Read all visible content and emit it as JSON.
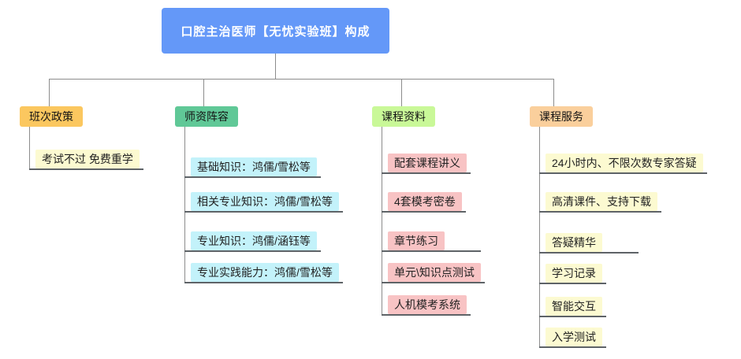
{
  "root": {
    "label": "口腔主治医师【无忧实验班】构成",
    "bg": "#6498F8",
    "text_color": "#FFFFFF"
  },
  "colors": {
    "connector": "#8C8C8C",
    "underline": "#5E6367",
    "background": "#FFFFFF"
  },
  "branches": [
    {
      "label": "班次政策",
      "header_bg": "#FBC75F",
      "child_bg": "#FCFAD1",
      "children": [
        "考试不过 免费重学"
      ]
    },
    {
      "label": "师资阵容",
      "header_bg": "#60C897",
      "child_bg": "#C3F2FA",
      "children": [
        "基础知识：鸿儒/雪松等",
        "相关专业知识：鸿儒/雪松等",
        "专业知识：鸿儒/涵钰等",
        "专业实践能力：鸿儒/雪松等"
      ]
    },
    {
      "label": "课程资料",
      "header_bg": "#C9F898",
      "child_bg": "#F8C3C4",
      "children": [
        "配套课程讲义",
        "4套模考密卷",
        "章节练习",
        "单元\\知识点测试",
        "人机模考系统"
      ]
    },
    {
      "label": "课程服务",
      "header_bg": "#FACF9C",
      "child_bg": "#FCFAD1",
      "children": [
        "24小时内、不限次数专家答疑",
        "高清课件、支持下载",
        "答疑精华",
        "学习记录",
        "智能交互",
        "入学测试"
      ]
    }
  ]
}
